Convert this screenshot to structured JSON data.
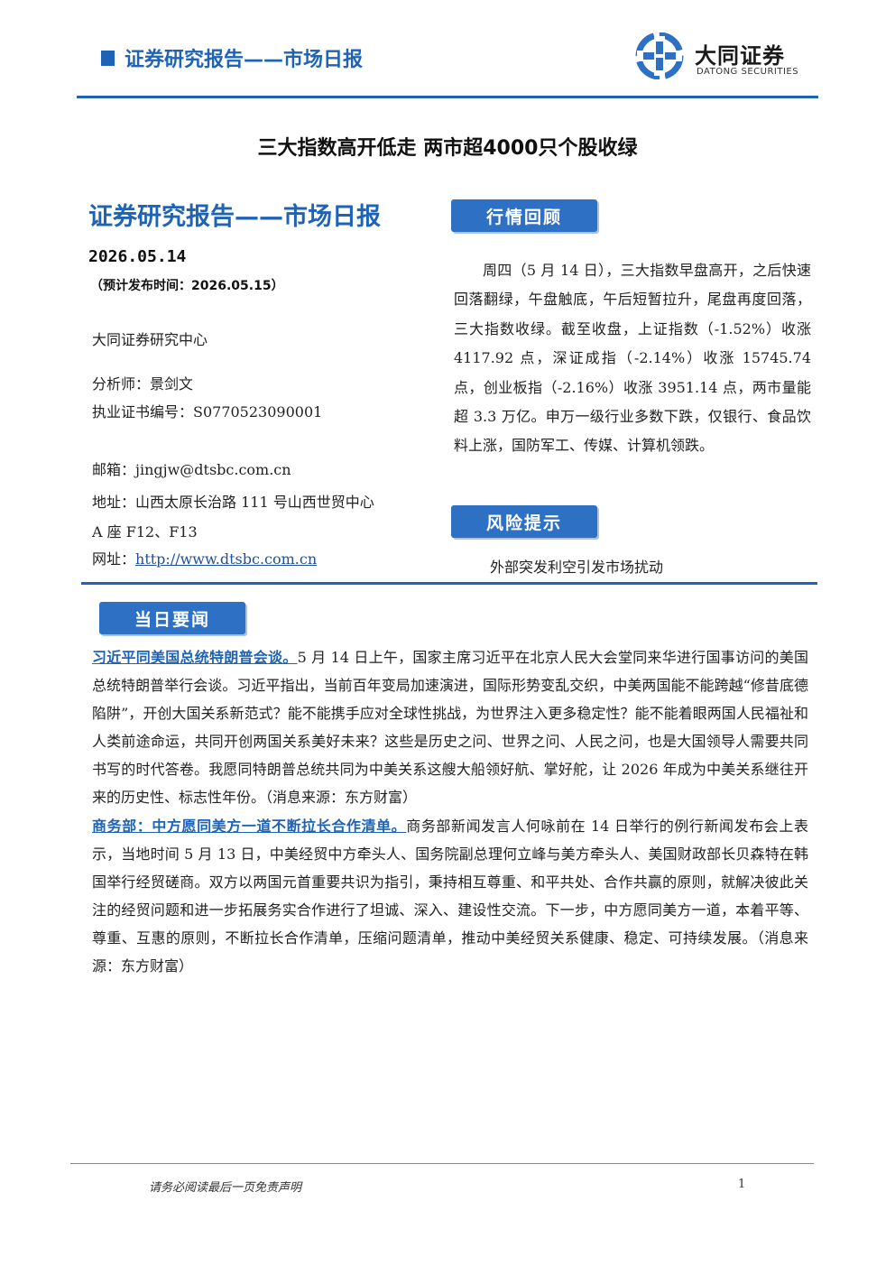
{
  "header": {
    "report_type": "证券研究报告——市场日报",
    "logo_cn": "大同证券",
    "logo_en": "DATONG SECURITIES",
    "brand_color": "#1f64b4"
  },
  "title": "三大指数高开低走 两市超4000只个股收绿",
  "left": {
    "subtitle": "证券研究报告——市场日报",
    "date": "2026.05.14",
    "publish_time": "（预计发布时间：2026.05.15）",
    "center": "大同证券研究中心",
    "analyst": "分析师：景剑文",
    "license": "执业证书编号：S0770523090001",
    "email": "邮箱：jingjw@dtsbc.com.cn",
    "address_line1": "地址：山西太原长治路 111 号山西世贸中心",
    "address_line2": "A 座 F12、F13",
    "website_label": "网址：",
    "website": "http://www.dtsbc.com.cn"
  },
  "review": {
    "tag": "行情回顾",
    "text": "周四（5 月 14 日），三大指数早盘高开，之后快速回落翻绿，午盘触底，午后短暂拉升，尾盘再度回落，三大指数收绿。截至收盘，上证指数（-1.52%）收涨 4117.92 点，深证成指（-2.14%）收涨 15745.74 点，创业板指（-2.16%）收涨 3951.14 点，两市量能超 3.3 万亿。申万一级行业多数下跌，仅银行、食品饮料上涨，国防军工、传媒、计算机领跌。"
  },
  "risk": {
    "tag": "风险提示",
    "text": "外部突发利空引发市场扰动"
  },
  "news": {
    "tag": "当日要闻",
    "items": [
      {
        "headline": "习近平同美国总统特朗普会谈。",
        "body": "5 月 14 日上午，国家主席习近平在北京人民大会堂同来华进行国事访问的美国总统特朗普举行会谈。习近平指出，当前百年变局加速演进，国际形势变乱交织，中美两国能不能跨越“修昔底德陷阱”，开创大国关系新范式？能不能携手应对全球性挑战，为世界注入更多稳定性？能不能着眼两国人民福祉和人类前途命运，共同开创两国关系美好未来？这些是历史之问、世界之问、人民之问，也是大国领导人需要共同书写的时代答卷。我愿同特朗普总统共同为中美关系这艘大船领好航、掌好舵，让 2026 年成为中美关系继往开来的历史性、标志性年份。（消息来源：东方财富）"
      },
      {
        "headline": "商务部：中方愿同美方一道不断拉长合作清单。",
        "body": "商务部新闻发言人何咏前在 14 日举行的例行新闻发布会上表示，当地时间 5 月 13 日，中美经贸中方牵头人、国务院副总理何立峰与美方牵头人、美国财政部长贝森特在韩国举行经贸磋商。双方以两国元首重要共识为指引，秉持相互尊重、和平共处、合作共赢的原则，就解决彼此关注的经贸问题和进一步拓展务实合作进行了坦诚、深入、建设性交流。下一步，中方愿同美方一道，本着平等、尊重、互惠的原则，不断拉长合作清单，压缩问题清单，推动中美经贸关系健康、稳定、可持续发展。（消息来源：东方财富）"
      }
    ]
  },
  "footer": {
    "disclaimer": "请务必阅读最后一页免责声明",
    "page": "1"
  }
}
